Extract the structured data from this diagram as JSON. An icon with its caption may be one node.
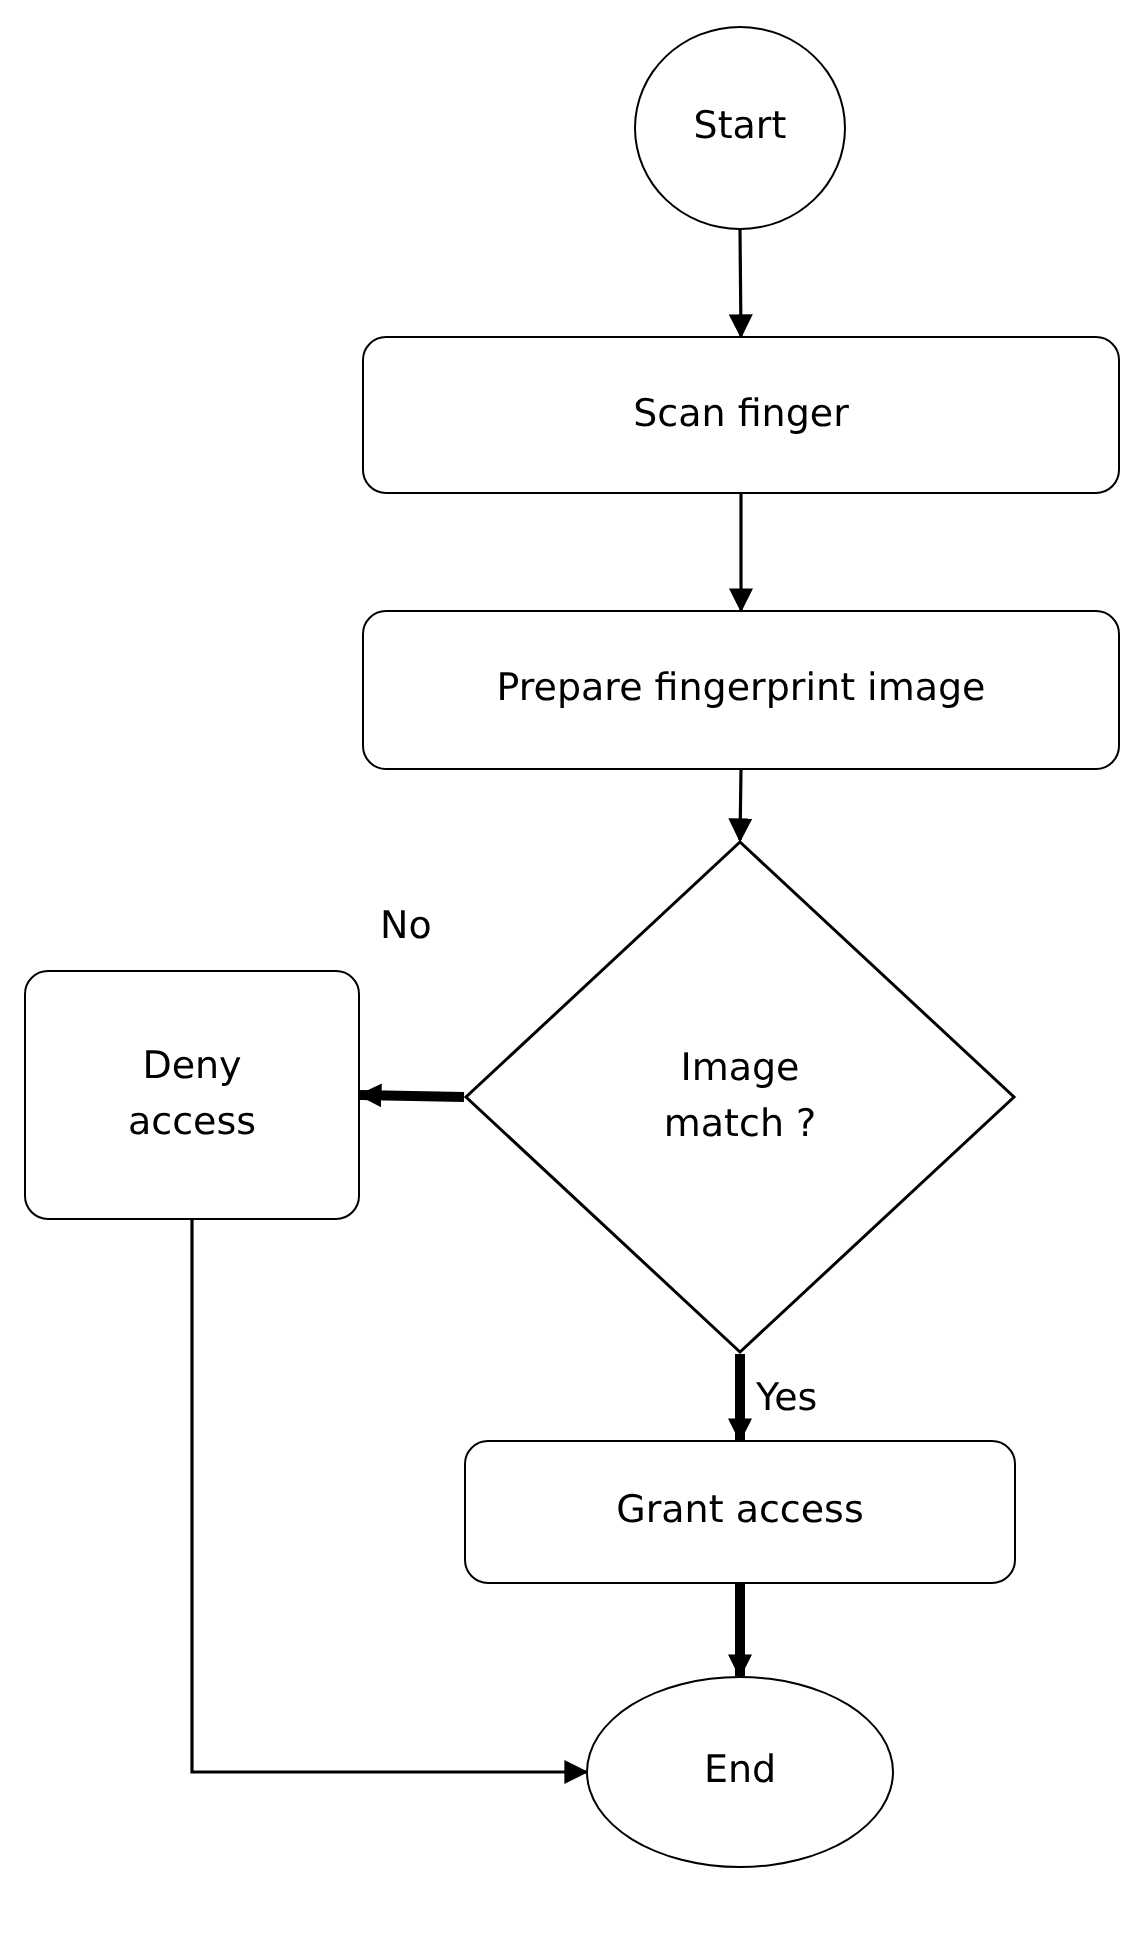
{
  "diagram": {
    "nodes": [
      {
        "text": [
          "Start"
        ]
      },
      {
        "text": [
          "Scan finger"
        ]
      },
      {
        "text": [
          "Prepare fingerprint image"
        ]
      },
      {
        "text": [
          "Image match ?"
        ]
      },
      {
        "text": [
          "Deny access"
        ]
      },
      {
        "text": [
          "Grant access"
        ]
      },
      {
        "text": [
          "End"
        ]
      }
    ],
    "edges": [
      {
        "from": 0,
        "to": 1,
        "arrow": "to"
      },
      {
        "from": 1,
        "to": 2,
        "arrow": "to"
      },
      {
        "from": 2,
        "to": 3,
        "arrow": "to"
      },
      {
        "from": 3,
        "to": 4,
        "arrow": "to",
        "label": "No",
        "style": "thick"
      },
      {
        "from": 3,
        "to": 5,
        "arrow": "to",
        "label": "Yes",
        "style": "thick"
      },
      {
        "from": 5,
        "to": 6,
        "arrow": "to",
        "style": "thick"
      },
      {
        "from": 4,
        "to": 6,
        "arrow": "to"
      }
    ]
  }
}
